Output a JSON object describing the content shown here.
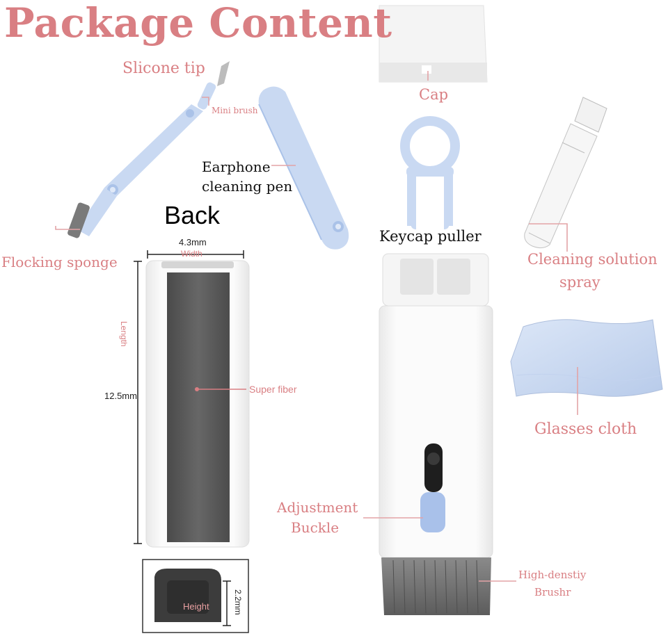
{
  "title": "Package Content",
  "back_heading": "Back",
  "labels": {
    "silicone_tip": "Slicone tip",
    "mini_brush": "Mini brush",
    "earphone_pen_line1": "Earphone",
    "earphone_pen_line2": "cleaning pen",
    "flocking_sponge": "Flocking sponge",
    "cap": "Cap",
    "keycap_puller": "Keycap puller",
    "cleaning_spray_line1": "Cleaning solution",
    "cleaning_spray_line2": "spray",
    "glasses_cloth": "Glasses cloth",
    "adjustment_line1": "Adjustment",
    "adjustment_line2": "Buckle",
    "brush_line1": "High-denstiy",
    "brush_line2": "Brushr",
    "super_fiber": "Super fiber",
    "width_value": "4.3mm",
    "width_label": "Width",
    "length_value": "12.5mm",
    "length_label": "Length",
    "height_value": "2.2mm",
    "height_label": "Height"
  },
  "colors": {
    "accent": "#d97f83",
    "light_blue": "#c9d9f2",
    "fiber": "#555555",
    "body_white": "#f7f7f7"
  }
}
